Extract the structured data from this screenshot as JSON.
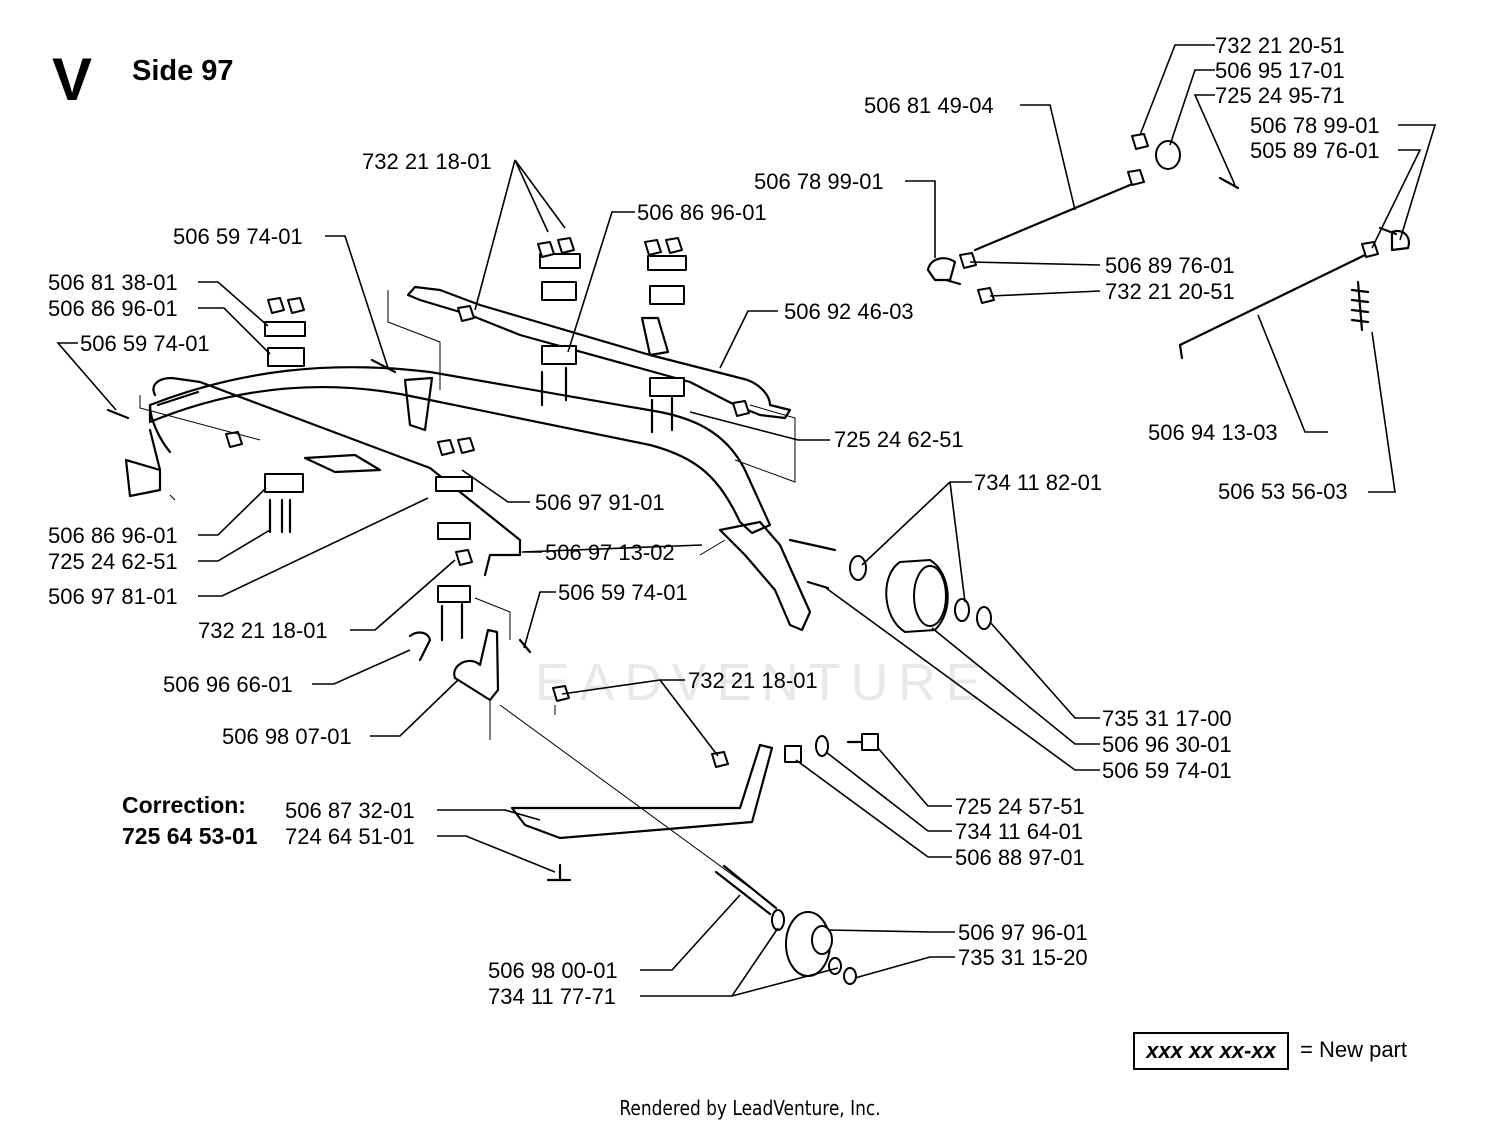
{
  "header": {
    "letter": "V",
    "title": "Side 97"
  },
  "correction": {
    "label": "Correction:",
    "number": "725 64 53-01"
  },
  "watermark": "EADVENTURE",
  "callouts": [
    "732 21 20-51",
    "506 95 17-01",
    "725 24 95-71",
    "506 81 49-04",
    "506 78 99-01",
    "505 89 76-01",
    "506 78 99-01",
    "732 21 18-01",
    "506 86 96-01",
    "506 59 74-01",
    "506 89 76-01",
    "732 21 20-51",
    "506 81 38-01",
    "506 86 96-01",
    "506 92 46-03",
    "506 59 74-01",
    "506 94 13-03",
    "725 24 62-51",
    "506 53 56-03",
    "734 11 82-01",
    "506 97 91-01",
    "506 86 96-01",
    "725 24 62-51",
    "506 97 13-02",
    "506 97 81-01",
    "506 59 74-01",
    "732 21 18-01",
    "506 96 66-01",
    "732 21 18-01",
    "735 31 17-00",
    "506 98 07-01",
    "506 96 30-01",
    "506 59 74-01",
    "725 24 57-51",
    "506 87 32-01",
    "734 11 64-01",
    "724 64 51-01",
    "506 88 97-01",
    "506 97 96-01",
    "506 98 00-01",
    "735 31 15-20",
    "734 11 77-71"
  ],
  "legend": {
    "sample": "xxx xx xx-xx",
    "text": "= New part"
  },
  "footer": "Rendered by LeadVenture, Inc."
}
